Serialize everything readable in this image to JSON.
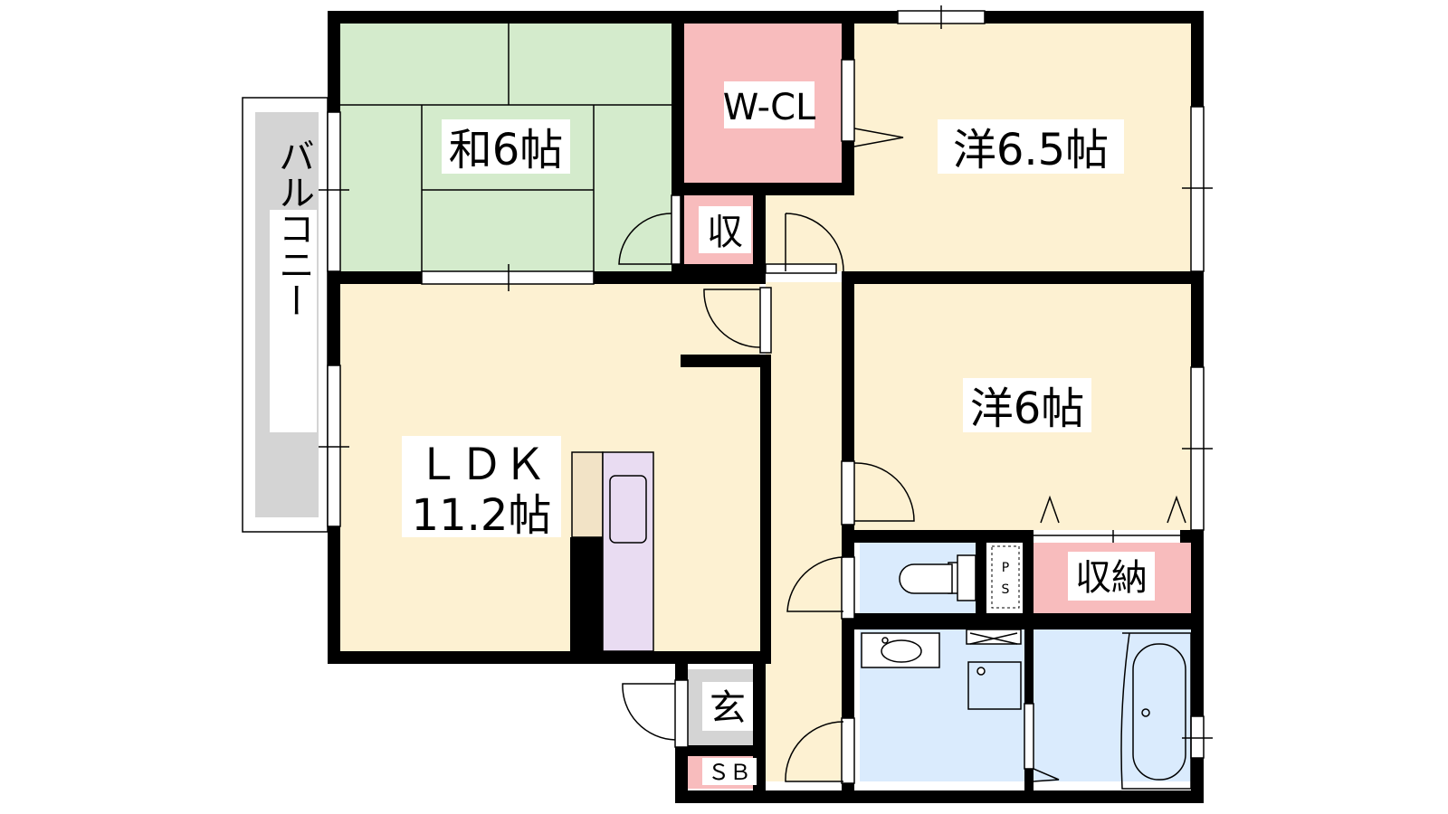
{
  "floorplan": {
    "rooms": {
      "washitsu": "和6帖",
      "wcl": "W-CL",
      "yo65": "洋6.5帖",
      "shu": "収",
      "balcony": "バルコニー",
      "ldk_line1": "ＬＤＫ",
      "ldk_line2": "11.2帖",
      "yo6": "洋6帖",
      "ps_p": "P",
      "ps_s": "S",
      "shuno": "収納",
      "genkan": "玄",
      "sb": "ＳＢ"
    },
    "colors": {
      "tatami": "#d4ebcc",
      "closet_pink": "#f8bcbd",
      "room_cream": "#fdf1d2",
      "wet_blue": "#daebfd",
      "balcony_gray": "#d4d4d4",
      "kitchen_purple": "#e9dcf2",
      "counter_beige": "#f2e3c6",
      "wall": "#000000"
    }
  }
}
